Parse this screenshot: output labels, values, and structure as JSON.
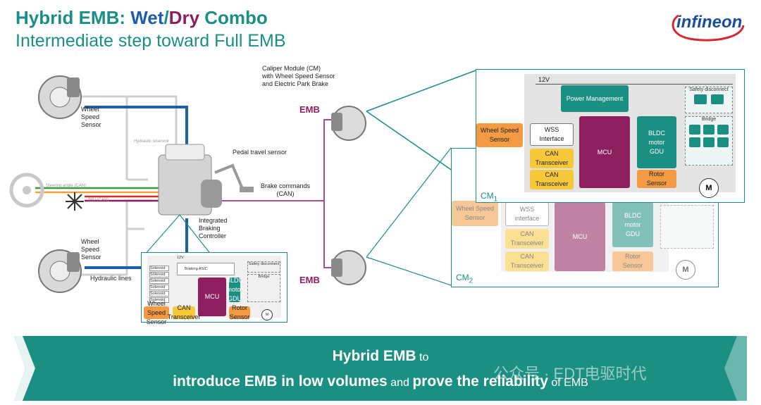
{
  "title": {
    "prefix": "Hybrid EMB: ",
    "wet": "Wet",
    "slash": "/",
    "dry": "Dry",
    "suffix": " Combo"
  },
  "subtitle": "Intermediate step toward Full EMB",
  "logo": "infineon",
  "system": {
    "wheel_speed_sensor_top": [
      "Wheel",
      "Speed",
      "Sensor"
    ],
    "wheel_speed_sensor_bottom": [
      "Wheel",
      "Speed",
      "Sensor"
    ],
    "hydraulic_reservoir": "Hydraulic reservoir",
    "steering_angle": "Steering angle (CAN)",
    "imu": "IMU (CAN)",
    "pedal_travel_sensor": "Pedal travel sensor",
    "brake_commands": [
      "Brake commands",
      "(CAN)"
    ],
    "integrated_braking_controller": [
      "Integrated",
      "Braking",
      "Controller"
    ],
    "hydraulic_lines": "Hydraulic lines",
    "caliper_module": [
      "Caliper Module (CM)",
      "with Wheel Speed Sensor",
      "and Electric Park Brake"
    ],
    "emb_top": "EMB",
    "emb_bottom": "EMB"
  },
  "cm1": {
    "label": "CM",
    "label_sub": "1",
    "voltage": "12V",
    "power_management": "Power Management",
    "safety_disconnect": "Safety disconnect",
    "bridge": "Bridge",
    "wheel_speed_sensor": [
      "Wheel Speed",
      "Sensor"
    ],
    "wss_interface": [
      "WSS",
      "Interface"
    ],
    "can1": [
      "CAN",
      "Transceiver"
    ],
    "can2": [
      "CAN",
      "Transceiver"
    ],
    "mcu": "MCU",
    "bldc": [
      "BLDC",
      "motor",
      "GDU"
    ],
    "rotor_sensor": [
      "Rotor",
      "Sensor"
    ],
    "motor": "M"
  },
  "cm2": {
    "label": "CM",
    "label_sub": "2",
    "wheel_speed_sensor": [
      "Wheel Speed",
      "Sensor"
    ],
    "wss_interface": [
      "WSS",
      "interface"
    ],
    "can1": [
      "CAN",
      "Transceiver"
    ],
    "can2": [
      "CAN",
      "Transceiver"
    ],
    "mcu": "MCU",
    "bldc": [
      "BLDC",
      "motor",
      "GDU"
    ],
    "rotor_sensor": [
      "Rotor",
      "Sensor"
    ],
    "motor": "M"
  },
  "ibc_detail": {
    "voltage": "12V",
    "braking_asic": "Braking ASIC",
    "safety_disconnect": "Safety disconnect",
    "bridge": "Bridge",
    "solenoids": [
      "Solenoid",
      "Solenoid",
      "Solenoid",
      "Solenoid",
      "Solenoid",
      "Solenoid"
    ],
    "mcu": "MCU",
    "bldc": [
      "BLDC",
      "motor",
      "GDU"
    ],
    "wheel_speed_sensor": [
      "Wheel Speed",
      "Sensor"
    ],
    "can": [
      "CAN",
      "Transceiver"
    ],
    "rotor_sensor": [
      "Rotor",
      "Sensor"
    ],
    "motor": "M"
  },
  "banner": {
    "line1_bold": "Hybrid EMB",
    "line1_normal": " to",
    "line2_bold1": "introduce EMB in low volumes",
    "line2_normal1": " and ",
    "line2_bold2": "prove the reliability",
    "line2_normal2": " of EMB"
  },
  "watermark": "公众号 · EDT电驱时代",
  "colors": {
    "teal": "#1c8f83",
    "magenta": "#8e1f5e",
    "orange": "#f39a44",
    "yellow": "#f7c83a",
    "blue": "#1f5fa8"
  }
}
